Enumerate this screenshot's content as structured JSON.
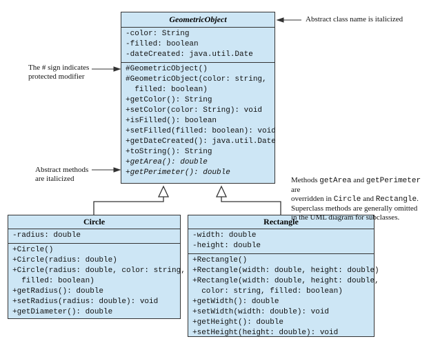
{
  "geometric_object": {
    "name": "GeometricObject",
    "fields": [
      "-color: String",
      "-filled: boolean",
      "-dateCreated: java.util.Date"
    ],
    "methods": [
      {
        "text": "#GeometricObject()",
        "italic": false
      },
      {
        "text": "#GeometricObject(color: string,",
        "italic": false
      },
      {
        "text": "  filled: boolean)",
        "italic": false
      },
      {
        "text": "+getColor(): String",
        "italic": false
      },
      {
        "text": "+setColor(color: String): void",
        "italic": false
      },
      {
        "text": "+isFilled(): boolean",
        "italic": false
      },
      {
        "text": "+setFilled(filled: boolean): void",
        "italic": false
      },
      {
        "text": "+getDateCreated(): java.util.Date",
        "italic": false
      },
      {
        "text": "+toString(): String",
        "italic": false
      },
      {
        "text": "+getArea(): double",
        "italic": true
      },
      {
        "text": "+getPerimeter(): double",
        "italic": true
      }
    ]
  },
  "circle": {
    "name": "Circle",
    "fields": [
      "-radius: double"
    ],
    "methods": [
      "+Circle()",
      "+Circle(radius: double)",
      "+Circle(radius: double, color: string,",
      "  filled: boolean)",
      "+getRadius(): double",
      "+setRadius(radius: double): void",
      "+getDiameter(): double"
    ]
  },
  "rectangle": {
    "name": "Rectangle",
    "fields": [
      "-width: double",
      "-height: double"
    ],
    "methods": [
      "+Rectangle()",
      "+Rectangle(width: double, height: double)",
      "+Rectangle(width: double, height: double,",
      "  color: string, filled: boolean)",
      "+getWidth(): double",
      "+setWidth(width: double): void",
      "+getHeight(): double",
      "+setHeight(height: double): void"
    ]
  },
  "notes": {
    "abstract_class": "Abstract class name is italicized",
    "protected": [
      "The # sign indicates",
      "protected modifier"
    ],
    "abstract_methods": [
      "Abstract methods",
      "are italicized"
    ],
    "overridden": {
      "p1": "Methods ",
      "m1": "getArea",
      "p2": " and ",
      "m2": "getPerimeter",
      "p3": " are",
      "p4": "overridden in ",
      "m3": "Circle",
      "p5": " and ",
      "m4": "Rectangle",
      "p6": ".",
      "l3": "Superclass methods are generally omitted",
      "l4": "in the UML diagram for subclasses."
    }
  },
  "colors": {
    "box_fill": "#cde6f5",
    "line": "#333333"
  }
}
